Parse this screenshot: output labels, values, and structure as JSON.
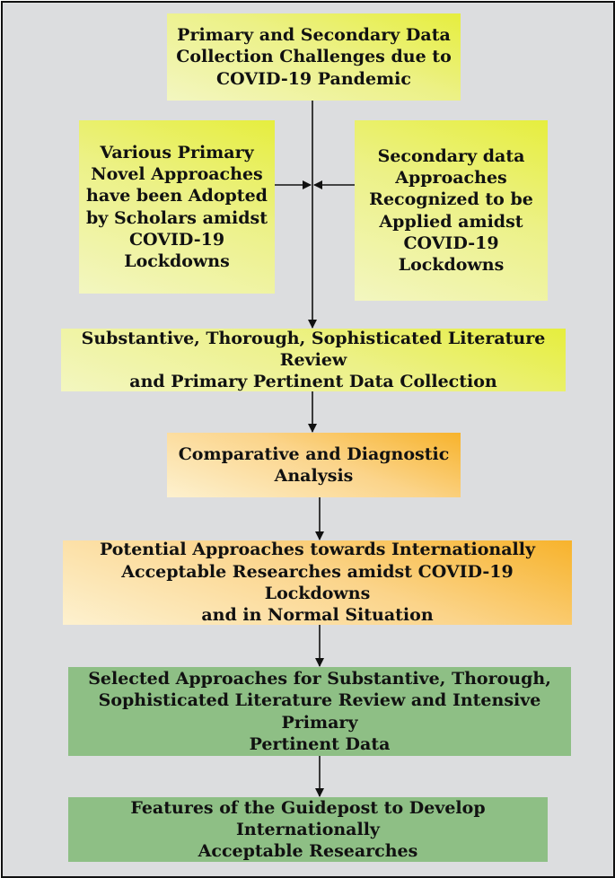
{
  "boxes": {
    "b1": "Primary and Secondary Data\nCollection Challenges due to\nCOVID-19 Pandemic",
    "b2": "Various Primary\nNovel Approaches\nhave been Adopted\nby Scholars amidst\nCOVID-19\nLockdowns",
    "b3": "Secondary data\nApproaches\nRecognized to be\nApplied amidst\nCOVID-19\nLockdowns",
    "b4": "Substantive, Thorough, Sophisticated Literature Review\nand Primary Pertinent Data Collection",
    "b5": "Comparative and Diagnostic\nAnalysis",
    "b6": "Potential Approaches towards Internationally\nAcceptable Researches amidst COVID-19 Lockdowns\nand in Normal Situation",
    "b7": "Selected Approaches for Substantive, Thorough,\nSophisticated Literature Review and Intensive Primary\nPertinent Data",
    "b8": "Features of the Guidepost to Develop Internationally\nAcceptable Researches"
  },
  "colors": {
    "yellow_box": "#e9ef6a",
    "orange_box": "#f9c35a",
    "green_box": "#8ebf85",
    "background": "#dcdddf",
    "arrow": "#111111"
  }
}
